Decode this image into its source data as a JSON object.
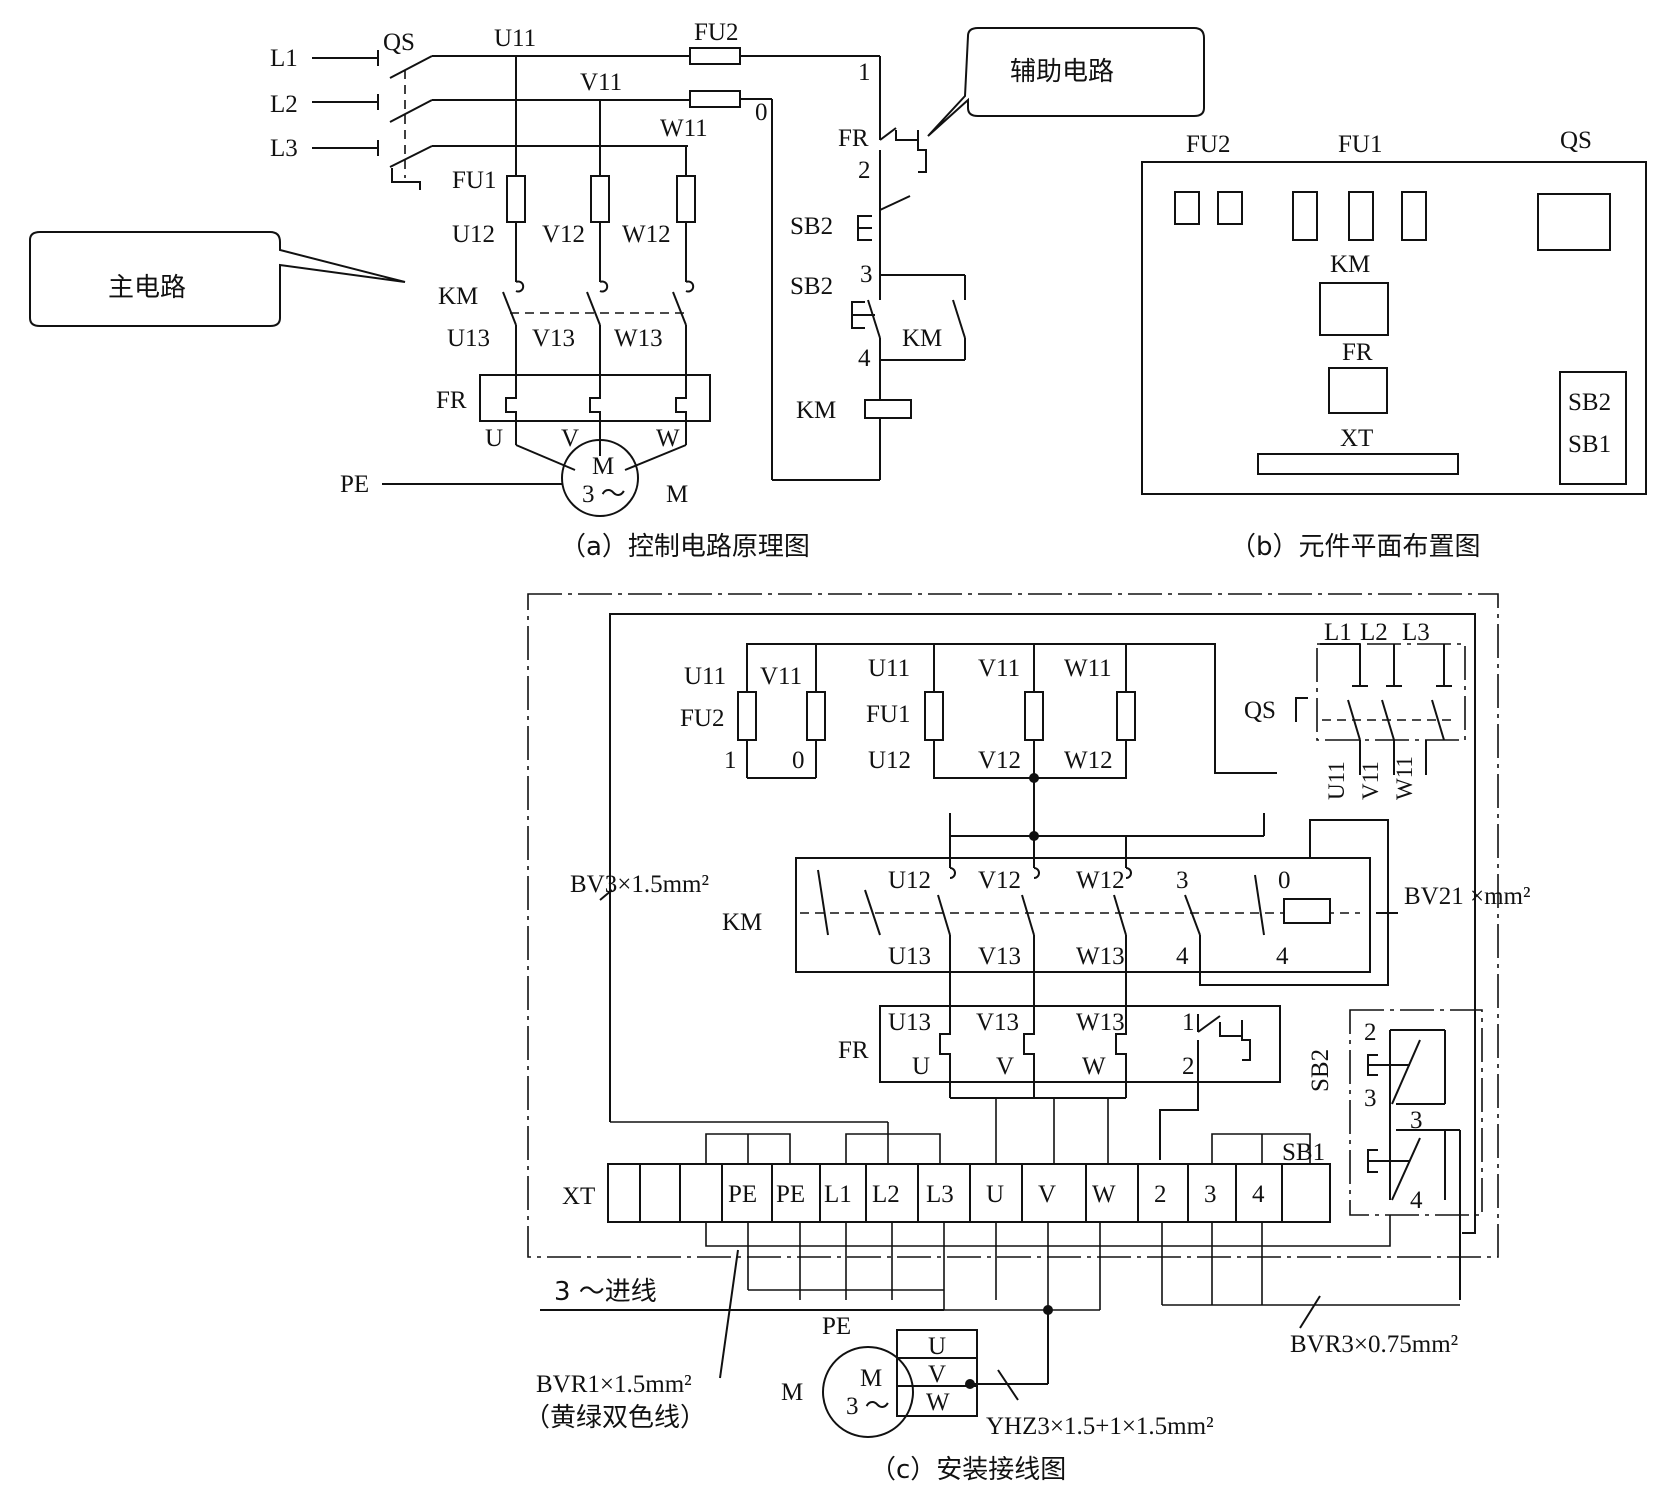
{
  "captions": {
    "a": "（a）控制电路原理图",
    "b": "（b）元件平面布置图",
    "c": "（c）安装接线图"
  },
  "callouts": {
    "main": "主电路",
    "aux": "辅助电路"
  },
  "diagram_a": {
    "L1": "L1",
    "L2": "L2",
    "L3": "L3",
    "QS": "QS",
    "U11": "U11",
    "V11": "V11",
    "W11": "W11",
    "FU2": "FU2",
    "FU1": "FU1",
    "U12": "U12",
    "V12": "V12",
    "W12": "W12",
    "KM": "KM",
    "U13": "U13",
    "V13": "V13",
    "W13": "W13",
    "FR": "FR",
    "U": "U",
    "V": "V",
    "W": "W",
    "PE": "PE",
    "motor_M": "M",
    "motor_3": "3 ～",
    "M": "M",
    "n1": "1",
    "n0": "0",
    "n2": "2",
    "n3": "3",
    "n4": "4",
    "FR_ctrl": "FR",
    "SB2_stop": "SB2",
    "SB2_start": "SB2",
    "KM_aux": "KM",
    "KM_coil": "KM"
  },
  "diagram_b": {
    "FU2": "FU2",
    "FU1": "FU1",
    "QS": "QS",
    "KM": "KM",
    "FR": "FR",
    "XT": "XT",
    "SB2": "SB2",
    "SB1": "SB1"
  },
  "diagram_c": {
    "U11": "U11",
    "V11": "V11",
    "FU2": "FU2",
    "n1": "1",
    "n0": "0",
    "U11b": "U11",
    "V11b": "V11",
    "W11b": "W11",
    "FU1": "FU1",
    "U12": "U12",
    "V12": "V12",
    "W12": "W12",
    "L1": "L1",
    "L2": "L2",
    "L3": "L3",
    "QS": "QS",
    "qU11": "U11",
    "qV11": "V11",
    "qW11": "W11",
    "BV3": "BV3×1.5mm²",
    "BV21": "BV21 ×mm²",
    "KM": "KM",
    "kU12": "U12",
    "kV12": "V12",
    "kW12": "W12",
    "k3": "3",
    "k0": "0",
    "kU13": "U13",
    "kV13": "V13",
    "kW13": "W13",
    "k4a": "4",
    "k4b": "4",
    "FR": "FR",
    "fU13": "U13",
    "fV13": "V13",
    "fW13": "W13",
    "fU": "U",
    "fV": "V",
    "fW": "W",
    "f1": "1",
    "f2": "2",
    "SB2": "SB2",
    "s2": "2",
    "s3": "3",
    "s3b": "3",
    "s4": "4",
    "SB1": "SB1",
    "XT": "XT",
    "terminals": [
      "",
      "",
      "",
      "PE",
      "PE",
      "L1",
      "L2",
      "L3",
      "U",
      "V",
      "W",
      "2",
      "3",
      "4",
      ""
    ],
    "feed": "3 ～进线",
    "BVR1": "BVR1×1.5mm²",
    "yg": "（黄绿双色线）",
    "BVR3": "BVR3×0.75mm²",
    "YHZ": "YHZ3×1.5+1×1.5mm²",
    "mPE": "PE",
    "mM": "M",
    "m3": "3 ～",
    "motor": "M",
    "mU": "U",
    "mV": "V",
    "mW": "W"
  }
}
